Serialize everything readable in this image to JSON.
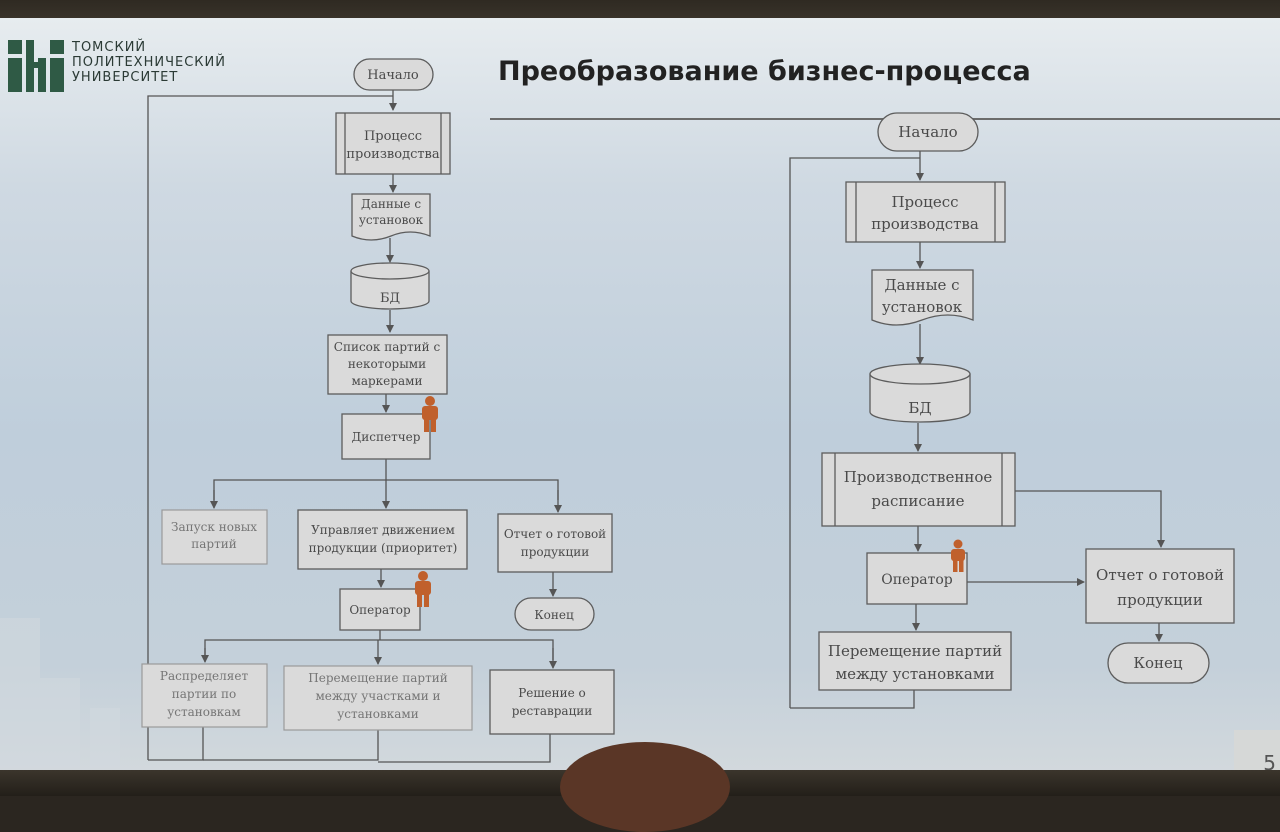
{
  "university": {
    "lines": [
      "ТОМСКИЙ",
      "ПОЛИТЕХНИЧЕСКИЙ",
      "УНИВЕРСИТЕТ"
    ],
    "logo_color": "#2f5a45"
  },
  "slide_title": "Преобразование бизнес-процесса",
  "page_number": "5",
  "left_flow": {
    "start": "Начало",
    "process": [
      "Процесс",
      "производства"
    ],
    "data": [
      "Данные с",
      "установок"
    ],
    "db": "БД",
    "list": [
      "Список партий с",
      "некоторыми",
      "маркерами"
    ],
    "dispatcher": "Диспетчер",
    "launch": [
      "Запуск новых",
      "партий"
    ],
    "manage": [
      "Управляет движением",
      "продукции (приоритет)"
    ],
    "report": [
      "Отчет о готовой",
      "продукции"
    ],
    "end": "Конец",
    "operator": "Оператор",
    "distribute": [
      "Распределяет",
      "партии по",
      "установкам"
    ],
    "move": [
      "Перемещение партий",
      "между участками и",
      "установками"
    ],
    "restore": [
      "Решение о",
      "реставрации"
    ]
  },
  "right_flow": {
    "start": "Начало",
    "process": [
      "Процесс",
      "производства"
    ],
    "data": [
      "Данные с",
      "установок"
    ],
    "db": "БД",
    "schedule": [
      "Производственное",
      "расписание"
    ],
    "operator": "Оператор",
    "report": [
      "Отчет о готовой",
      "продукции"
    ],
    "end": "Конец",
    "move": [
      "Перемещение партий",
      "между установками"
    ]
  },
  "colors": {
    "box_fill": "#dadada",
    "box_stroke": "#5c5c5c",
    "line": "#555555",
    "person": "#c0602c"
  }
}
